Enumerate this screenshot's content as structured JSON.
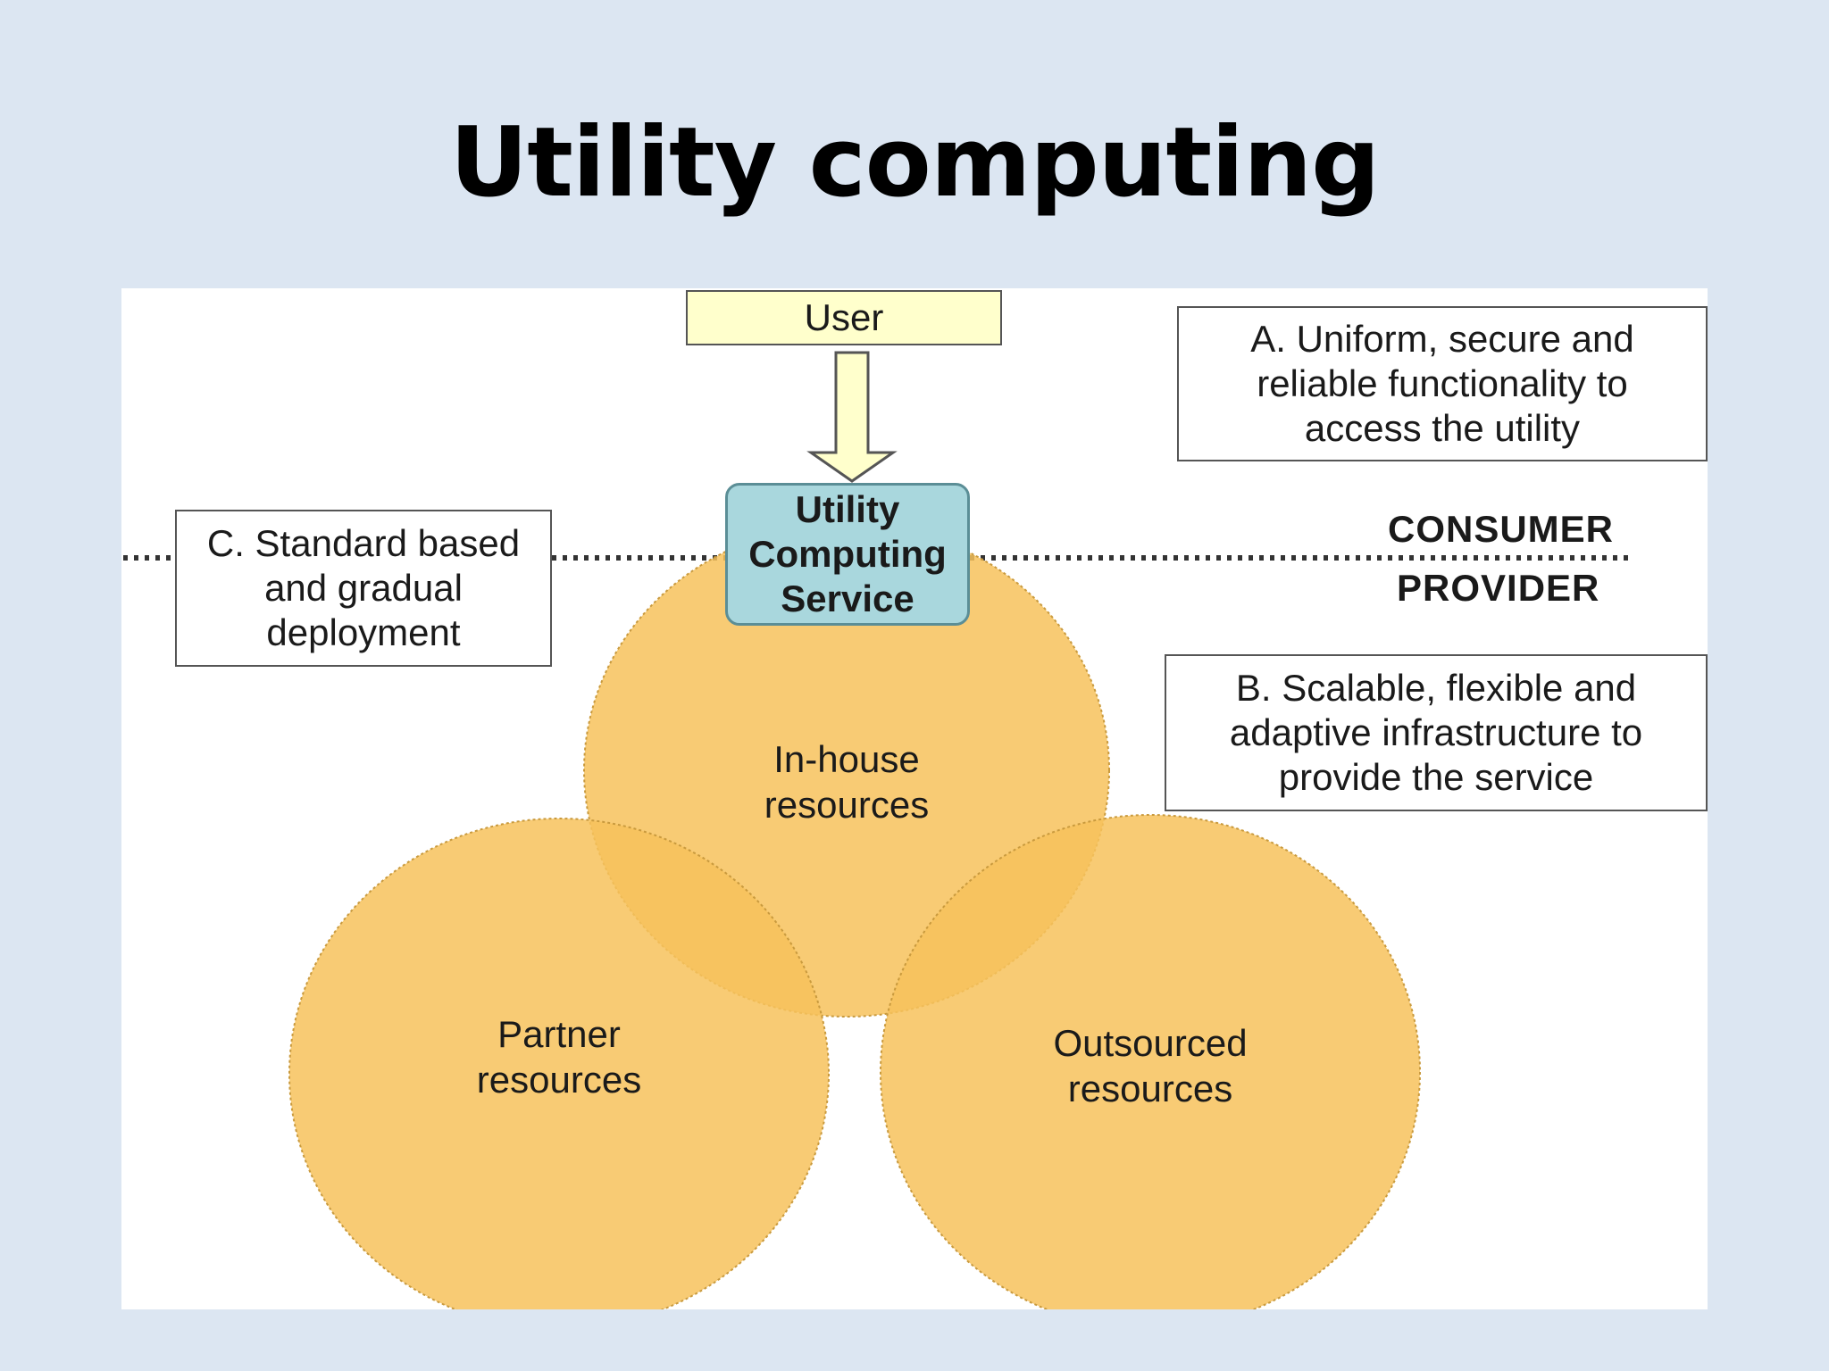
{
  "title": "Utility computing",
  "colors": {
    "slide_background": "#dce6f2",
    "circle_fill": "#f7c25c",
    "user_box_fill": "#ffffcc",
    "service_box_fill": "#a9d7dd"
  },
  "diagram": {
    "user": "User",
    "service": "Utility\nComputing\nService",
    "consumer": "CONSUMER",
    "provider": "PROVIDER",
    "note_a": "A. Uniform, secure and\nreliable functionality to\naccess the utility",
    "note_b": "B. Scalable, flexible and\nadaptive infrastructure to\nprovide the service",
    "note_c": "C. Standard based\nand gradual\ndeployment",
    "in_house": "In-house\nresources",
    "partner": "Partner\nresources",
    "outsourced": "Outsourced\nresources"
  }
}
